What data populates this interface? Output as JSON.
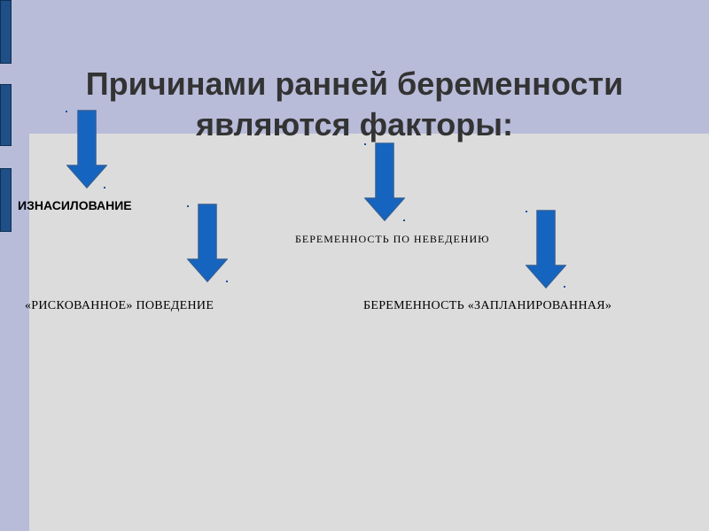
{
  "slide": {
    "title_line1": "Причинами  ранней беременности",
    "title_line2": "являются  факторы:"
  },
  "factors": [
    "ИЗНАСИЛОВАНИЕ",
    "«РИСКОВАННОЕ» ПОВЕДЕНИЕ",
    "БЕРЕМЕННОСТЬ  ПО НЕВЕДЕНИЮ",
    "БЕРЕМЕННОСТЬ  «ЗАПЛАНИРОВАННАЯ»"
  ],
  "colors": {
    "background": "#b8bcd9",
    "panel": "#dcdcdc",
    "arrow_fill": "#1565c0",
    "arrow_stroke": "#2f5f9a",
    "tab": "#1f4f86",
    "title": "#333333"
  },
  "icons": [
    "arrow-down-icon"
  ]
}
